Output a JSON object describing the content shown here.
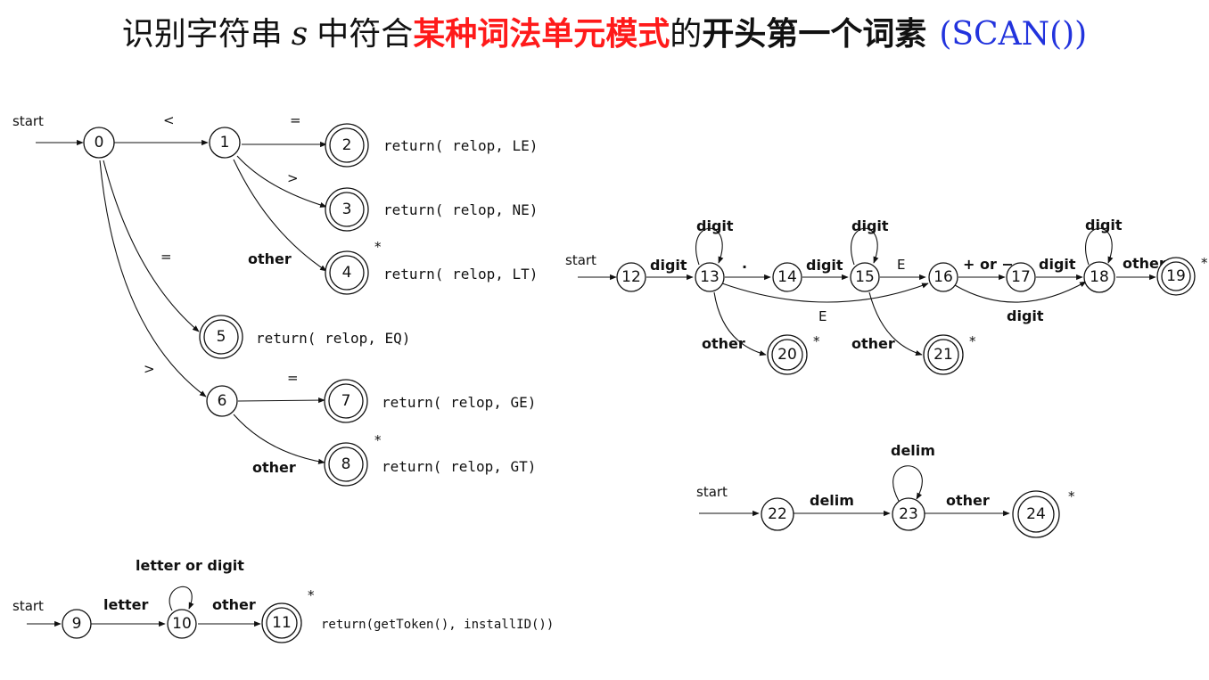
{
  "title": {
    "part1": "识别字符串",
    "var": "s",
    "part2": "中符合",
    "red": "某种词法单元模式",
    "part3": "的",
    "bold": "开头第一个词素",
    "blue": "(SCAN())"
  },
  "relop": {
    "start": "start",
    "states": [
      "0",
      "1",
      "2",
      "3",
      "4",
      "5",
      "6",
      "7",
      "8"
    ],
    "edge_labels": {
      "lt": "<",
      "eq1": "=",
      "gt1": ">",
      "other1": "other",
      "eq0": "=",
      "gt0": ">",
      "eq6": "=",
      "other6": "other"
    },
    "returns": [
      "return( relop, LE)",
      "return( relop, NE)",
      "return( relop, LT)",
      "return( relop, EQ)",
      "return( relop, GE)",
      "return( relop, GT)"
    ],
    "star": "*"
  },
  "id": {
    "start": "start",
    "states": [
      "9",
      "10",
      "11"
    ],
    "edge_labels": {
      "letter": "letter",
      "loop": "letter or digit",
      "other": "other"
    },
    "return_text": "return(getToken(), installID())",
    "star": "*"
  },
  "number": {
    "start": "start",
    "states": [
      "12",
      "13",
      "14",
      "15",
      "16",
      "17",
      "18",
      "19",
      "20",
      "21"
    ],
    "edge_labels": {
      "d12": "digit",
      "loop13": "digit",
      "dot": ".",
      "d14": "digit",
      "loop15": "digit",
      "E15": "E",
      "E13": "E",
      "plusminus": "+ or −",
      "d17": "digit",
      "loop18": "digit",
      "d16": "digit",
      "other18": "other",
      "other13": "other",
      "other15": "other"
    },
    "star": "*"
  },
  "ws": {
    "start": "start",
    "states": [
      "22",
      "23",
      "24"
    ],
    "edge_labels": {
      "delim": "delim",
      "loop": "delim",
      "other": "other"
    },
    "star": "*"
  }
}
